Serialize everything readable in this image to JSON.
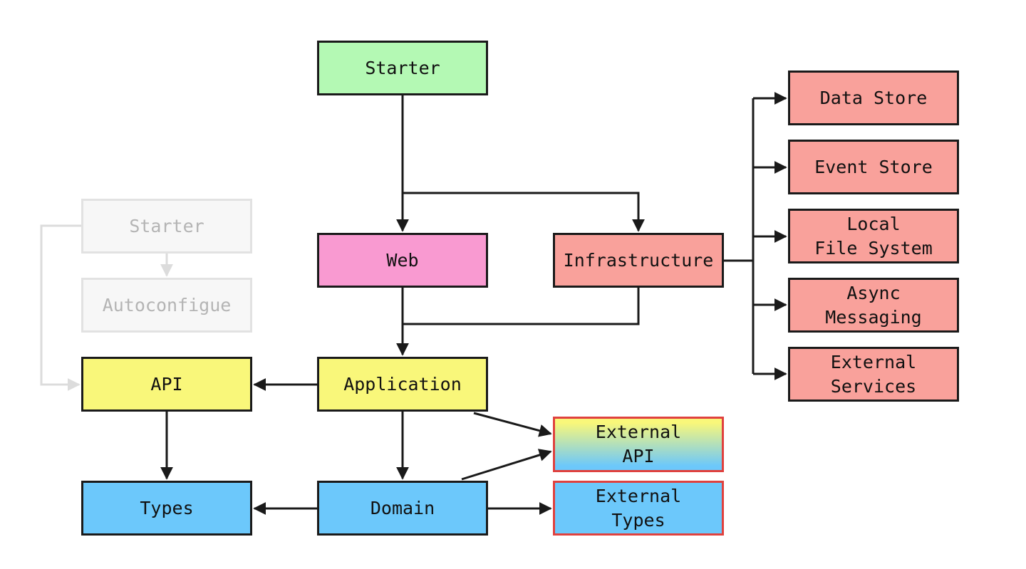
{
  "colors": {
    "starter": "#b4f9b4",
    "web": "#f99ad1",
    "infrastructure": "#f9a19b",
    "application": "#f9f77a",
    "domain": "#6cc8fb",
    "faded_fill": "#f7f7f7",
    "red_border": "#e0413e",
    "line": "#1a1a1a",
    "faded_line": "#dcdcdc"
  },
  "nodes": {
    "starter": "Starter",
    "web": "Web",
    "infrastructure": "Infrastructure",
    "application": "Application",
    "api": "API",
    "domain": "Domain",
    "types": "Types",
    "external_api": "External\nAPI",
    "external_types": "External\nTypes",
    "ghost_starter": "Starter",
    "ghost_autoconfigue": "Autoconfigue",
    "data_store": "Data Store",
    "event_store": "Event Store",
    "local_file_system": "Local\nFile System",
    "async_messaging": "Async\nMessaging",
    "external_services": "External\nServices"
  }
}
